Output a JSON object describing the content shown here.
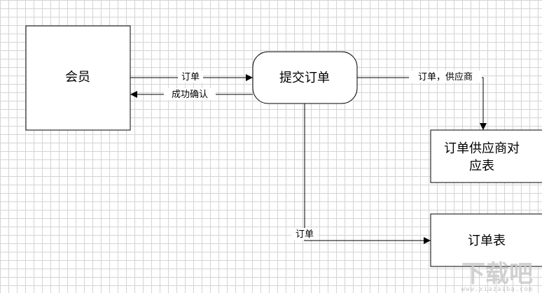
{
  "nodes": {
    "member": "会员",
    "submit_order": "提交订单",
    "order_supplier_line1": "订单供应商对",
    "order_supplier_line2": "应表",
    "order_table": "订单表"
  },
  "flows": {
    "member_to_submit": "订单",
    "submit_to_member": "成功确认",
    "submit_to_supplier": "订单，供应商",
    "submit_to_order_table": "订单"
  },
  "watermark": {
    "logo_text": "下载吧",
    "site": "www.xiazaiba.com"
  }
}
